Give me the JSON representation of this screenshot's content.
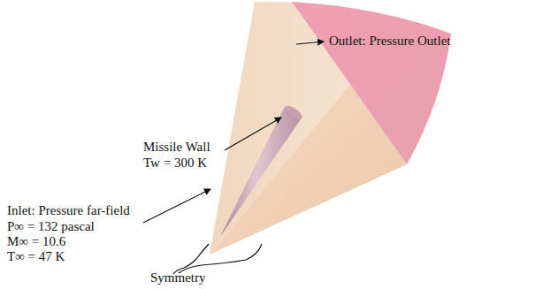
{
  "diagram": {
    "labels": [
      "Outlet: Pressure Outlet",
      "Missile Wall",
      "Tw = 300 K",
      "Inlet: Pressure far-field",
      "P∞ = 132 pascal",
      "M∞ = 10.6",
      "T∞ = 47 K",
      "Symmetry"
    ]
  }
}
